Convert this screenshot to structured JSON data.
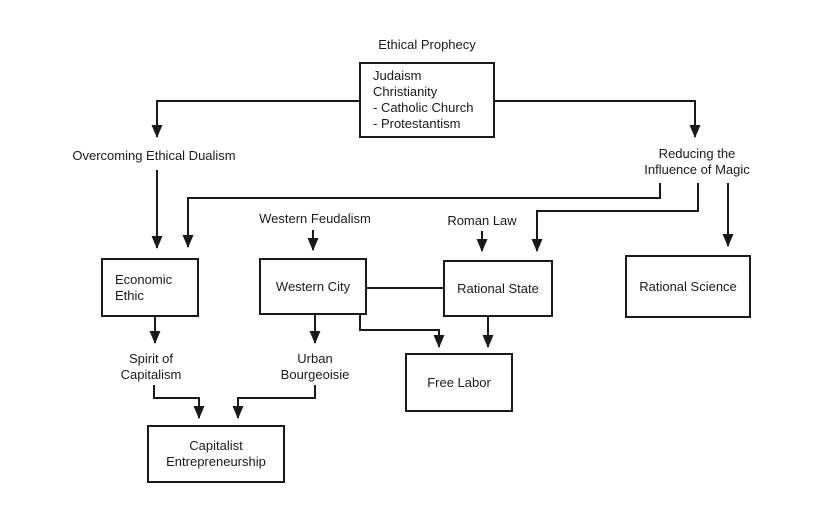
{
  "diagram": {
    "title": "Ethical Prophecy",
    "colors": {
      "line": "#1a1a1a",
      "background": "#ffffff",
      "text": "#1a1a1a"
    },
    "boxes": {
      "judaism": {
        "lines": [
          "Judaism",
          "Christianity",
          "- Catholic Church",
          "- Protestantism"
        ]
      },
      "economic_ethic": {
        "lines": [
          "Economic",
          "Ethic"
        ]
      },
      "western_city": {
        "label": "Western City"
      },
      "rational_state": {
        "label": "Rational State"
      },
      "rational_science": {
        "label": "Rational Science"
      },
      "free_labor": {
        "label": "Free Labor"
      },
      "capitalist_entrepreneurship": {
        "lines": [
          "Capitalist",
          "Entrepreneurship"
        ]
      }
    },
    "labels": {
      "overcoming_ethical_dualism": "Overcoming Ethical Dualism",
      "reducing_influence": [
        "Reducing the",
        "Influence of Magic"
      ],
      "western_feudalism": "Western Feudalism",
      "roman_law": "Roman Law",
      "spirit_of_capitalism": [
        "Spirit of",
        "Capitalism"
      ],
      "urban_bourgeoisie": [
        "Urban",
        "Bourgeoisie"
      ]
    }
  }
}
